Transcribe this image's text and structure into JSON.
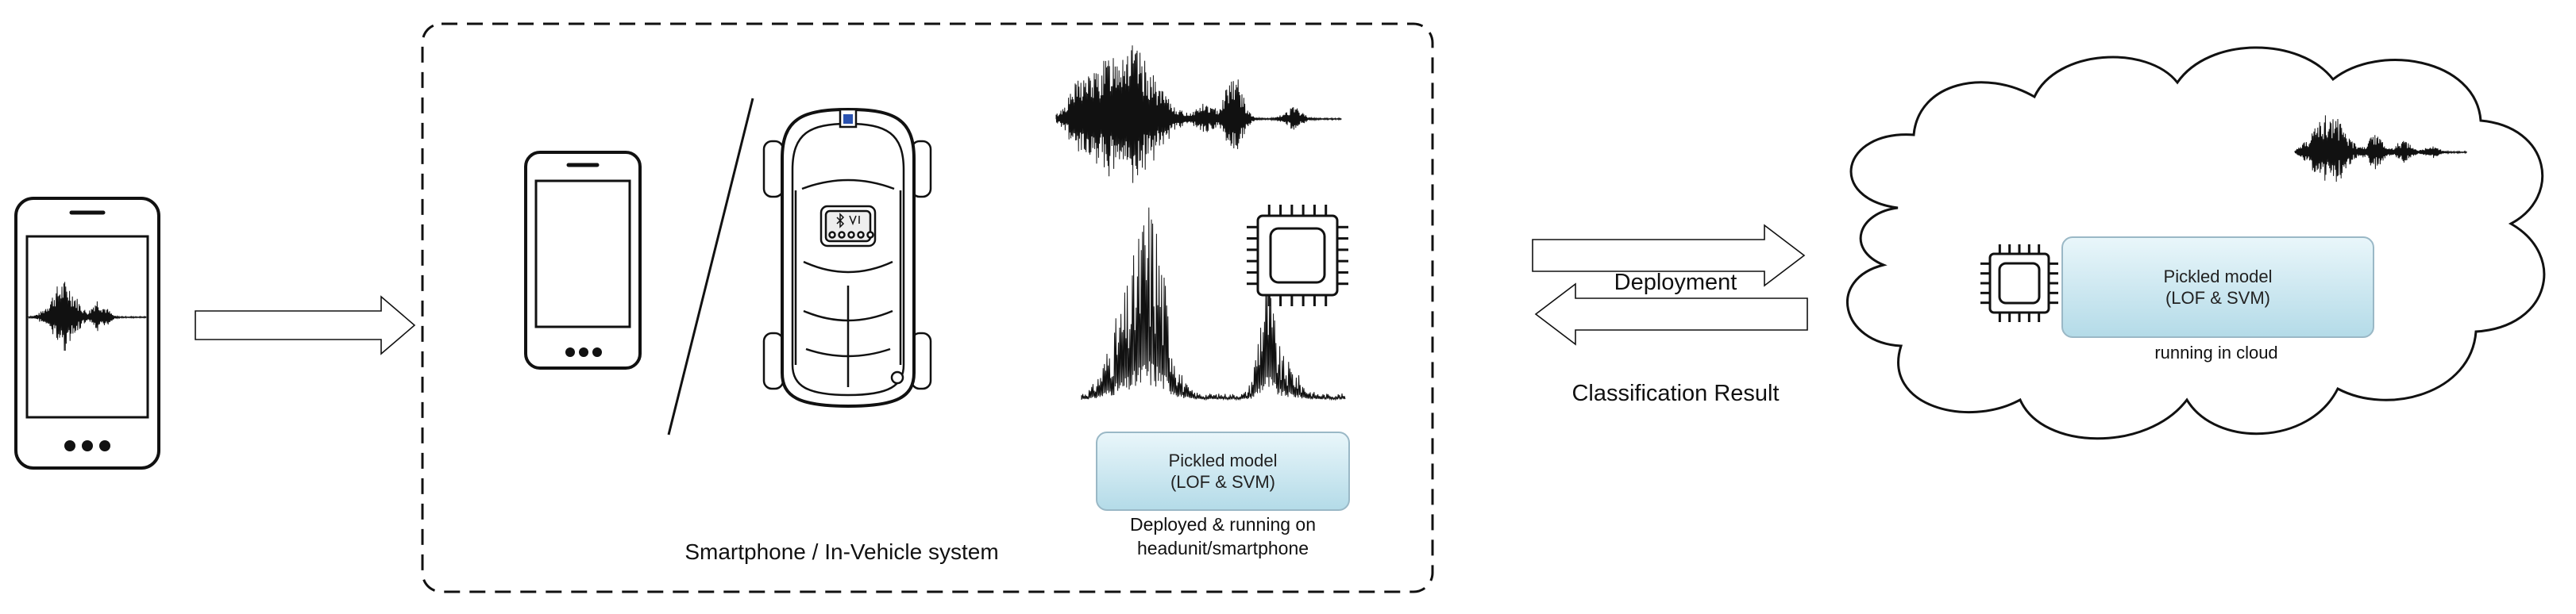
{
  "left_device": {
    "name": "Smartphone with audio recording"
  },
  "edge_section": {
    "caption": "Smartphone / In-Vehicle system",
    "model": {
      "line1": "Pickled model",
      "line2": "(LOF & SVM)"
    },
    "model_caption_line1": "Deployed & running on",
    "model_caption_line2": "headunit/smartphone"
  },
  "arrows": {
    "deployment": "Deployment",
    "classification": "Classification Result"
  },
  "cloud_section": {
    "model": {
      "line1": "Pickled model",
      "line2": "(LOF & SVM)"
    },
    "caption": "running in cloud"
  },
  "colors": {
    "stroke": "#111111",
    "box_border": "#9ab8c6",
    "box_top": "#e9f6fa",
    "box_bottom": "#b4dbe8",
    "arrow_fill": "#ffffff"
  }
}
